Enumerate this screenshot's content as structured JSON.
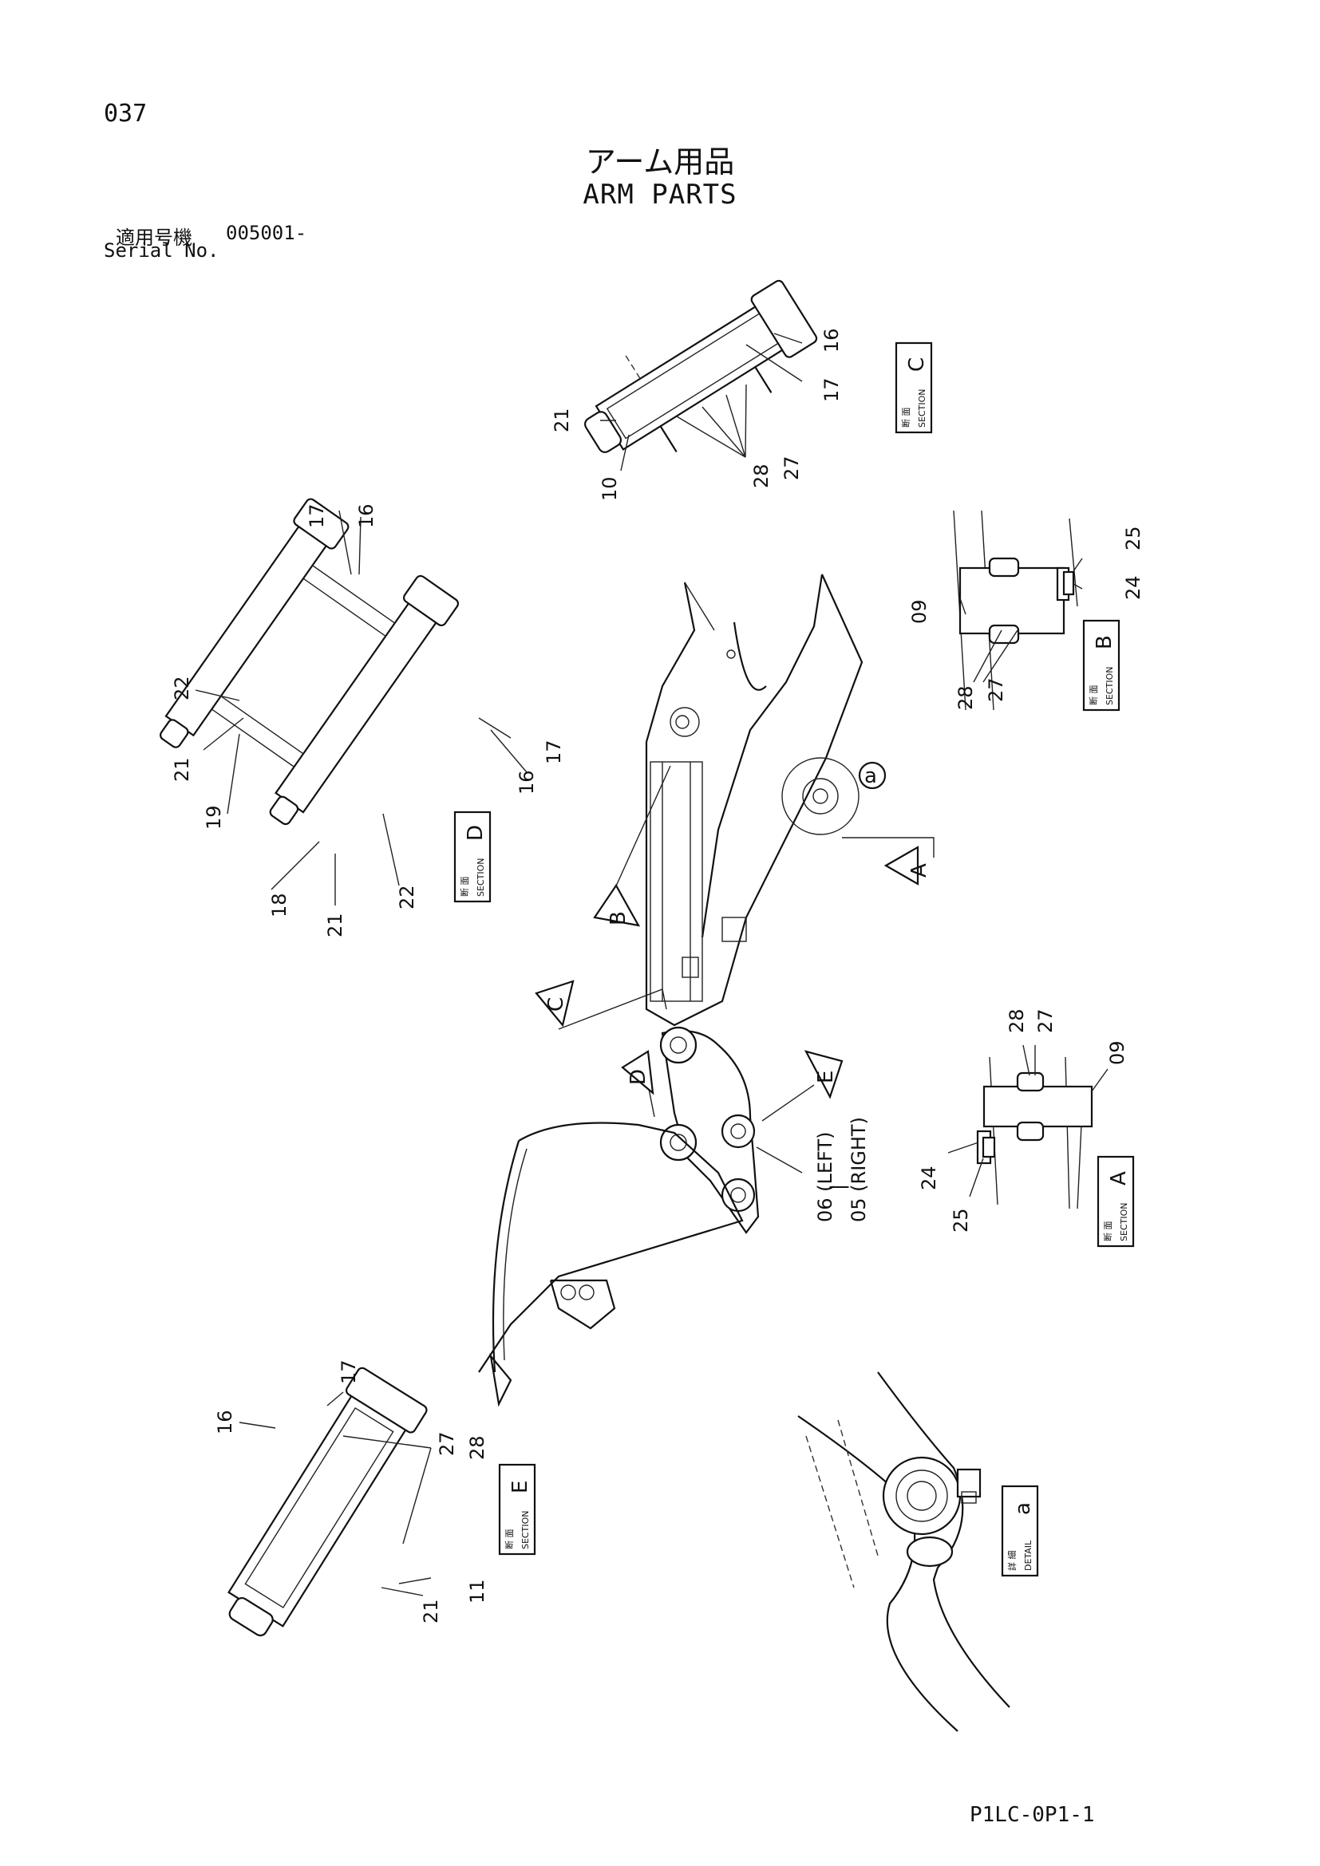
{
  "header": {
    "page_number": "037",
    "title_jp": "アーム用品",
    "title_en": "ARM PARTS",
    "serial_label_jp": "適用号機",
    "serial_value": "005001-",
    "serial_label_en": "Serial No."
  },
  "footer": {
    "doc_code": "P1LC-0P1-1"
  },
  "views": {
    "section_c": {
      "jp": "断 面",
      "en": "SECTION",
      "letter": "C",
      "parts": [
        "16",
        "17",
        "21",
        "10",
        "28",
        "27"
      ]
    },
    "section_b": {
      "jp": "断 面",
      "en": "SECTION",
      "letter": "B",
      "parts": [
        "25",
        "24",
        "09",
        "28",
        "27"
      ]
    },
    "section_d": {
      "jp": "断 面",
      "en": "SECTION",
      "letter": "D",
      "parts": [
        "17",
        "16",
        "22",
        "21",
        "19",
        "17",
        "16",
        "18",
        "21",
        "22"
      ]
    },
    "section_a": {
      "jp": "断 面",
      "en": "SECTION",
      "letter": "A",
      "parts": [
        "28",
        "27",
        "09",
        "24",
        "25"
      ]
    },
    "section_e": {
      "jp": "断 面",
      "en": "SECTION",
      "letter": "E",
      "parts": [
        "17",
        "16",
        "27",
        "28",
        "21",
        "11"
      ]
    },
    "detail_a": {
      "jp": "詳 細",
      "en": "DETAIL",
      "letter": "a"
    }
  },
  "main_drawing": {
    "callouts": [
      "A",
      "B",
      "C",
      "D",
      "E",
      "a"
    ],
    "link_labels": {
      "left": "06 (LEFT)",
      "right": "05 (RIGHT)",
      "sep": "|"
    }
  }
}
